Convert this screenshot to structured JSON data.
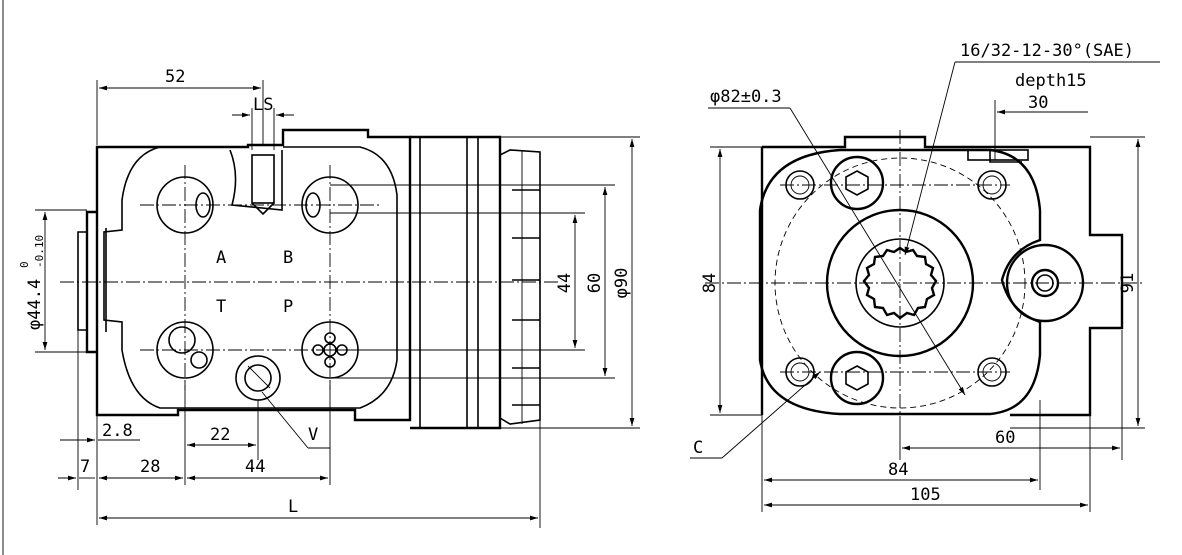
{
  "labels": {
    "dim_52": "52",
    "dim_ls": "LS",
    "port_a": "A",
    "port_b": "B",
    "port_t": "T",
    "port_p": "P",
    "dim_44_v": "44",
    "dim_60_v": "60",
    "dim_phi90": "φ90",
    "dim_phi44_main": "φ44.4",
    "dim_phi44_sup": "0",
    "dim_phi44_sub": "-0.10",
    "dim_2_8": "2.8",
    "dim_22": "22",
    "port_v": "V",
    "dim_7": "7",
    "dim_28": "28",
    "dim_44_h": "44",
    "dim_l": "L",
    "spline_spec": "16/32-12-30°(SAE)",
    "spline_depth": "depth15",
    "dim_30": "30",
    "dim_phi82": "φ82±0.3",
    "dim_84_v": "84",
    "dim_91": "91",
    "dim_60_h": "60",
    "dim_84_h": "84",
    "dim_105": "105",
    "label_c": "C"
  }
}
